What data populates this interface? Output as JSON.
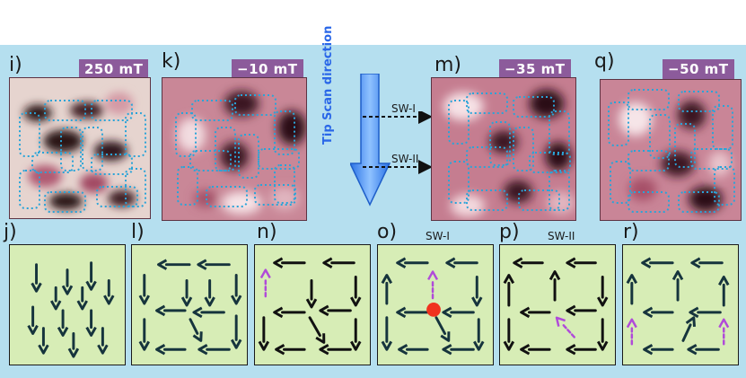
{
  "figure": {
    "top_panels": [
      {
        "letter": "i)",
        "field": "250 mT"
      },
      {
        "letter": "k)",
        "field": "−10 mT"
      },
      {
        "letter": "m)",
        "field": "−35 mT"
      },
      {
        "letter": "q)",
        "field": "−50 mT"
      }
    ],
    "scan": {
      "direction_label": "Tip Scan direction",
      "sw1": "SW-I",
      "sw2": "SW-II"
    },
    "bottom_panels": [
      {
        "letter": "j)",
        "caption": ""
      },
      {
        "letter": "l)",
        "caption": ""
      },
      {
        "letter": "n)",
        "caption": ""
      },
      {
        "letter": "o)",
        "caption": "SW-I"
      },
      {
        "letter": "p)",
        "caption": "SW-II"
      },
      {
        "letter": "r)",
        "caption": ""
      }
    ]
  },
  "colors": {
    "background": "#b5dfef",
    "field_badge": "#8c5b9b",
    "spin_box": "#d7edb6",
    "arrow_dark": "#16343d",
    "arrow_black": "#111111",
    "switched_arrow": "#b04ad9",
    "defect_dot": "#f0321e",
    "scan_arrow": "#4c8ef3",
    "outline": "#2aa4d8"
  }
}
